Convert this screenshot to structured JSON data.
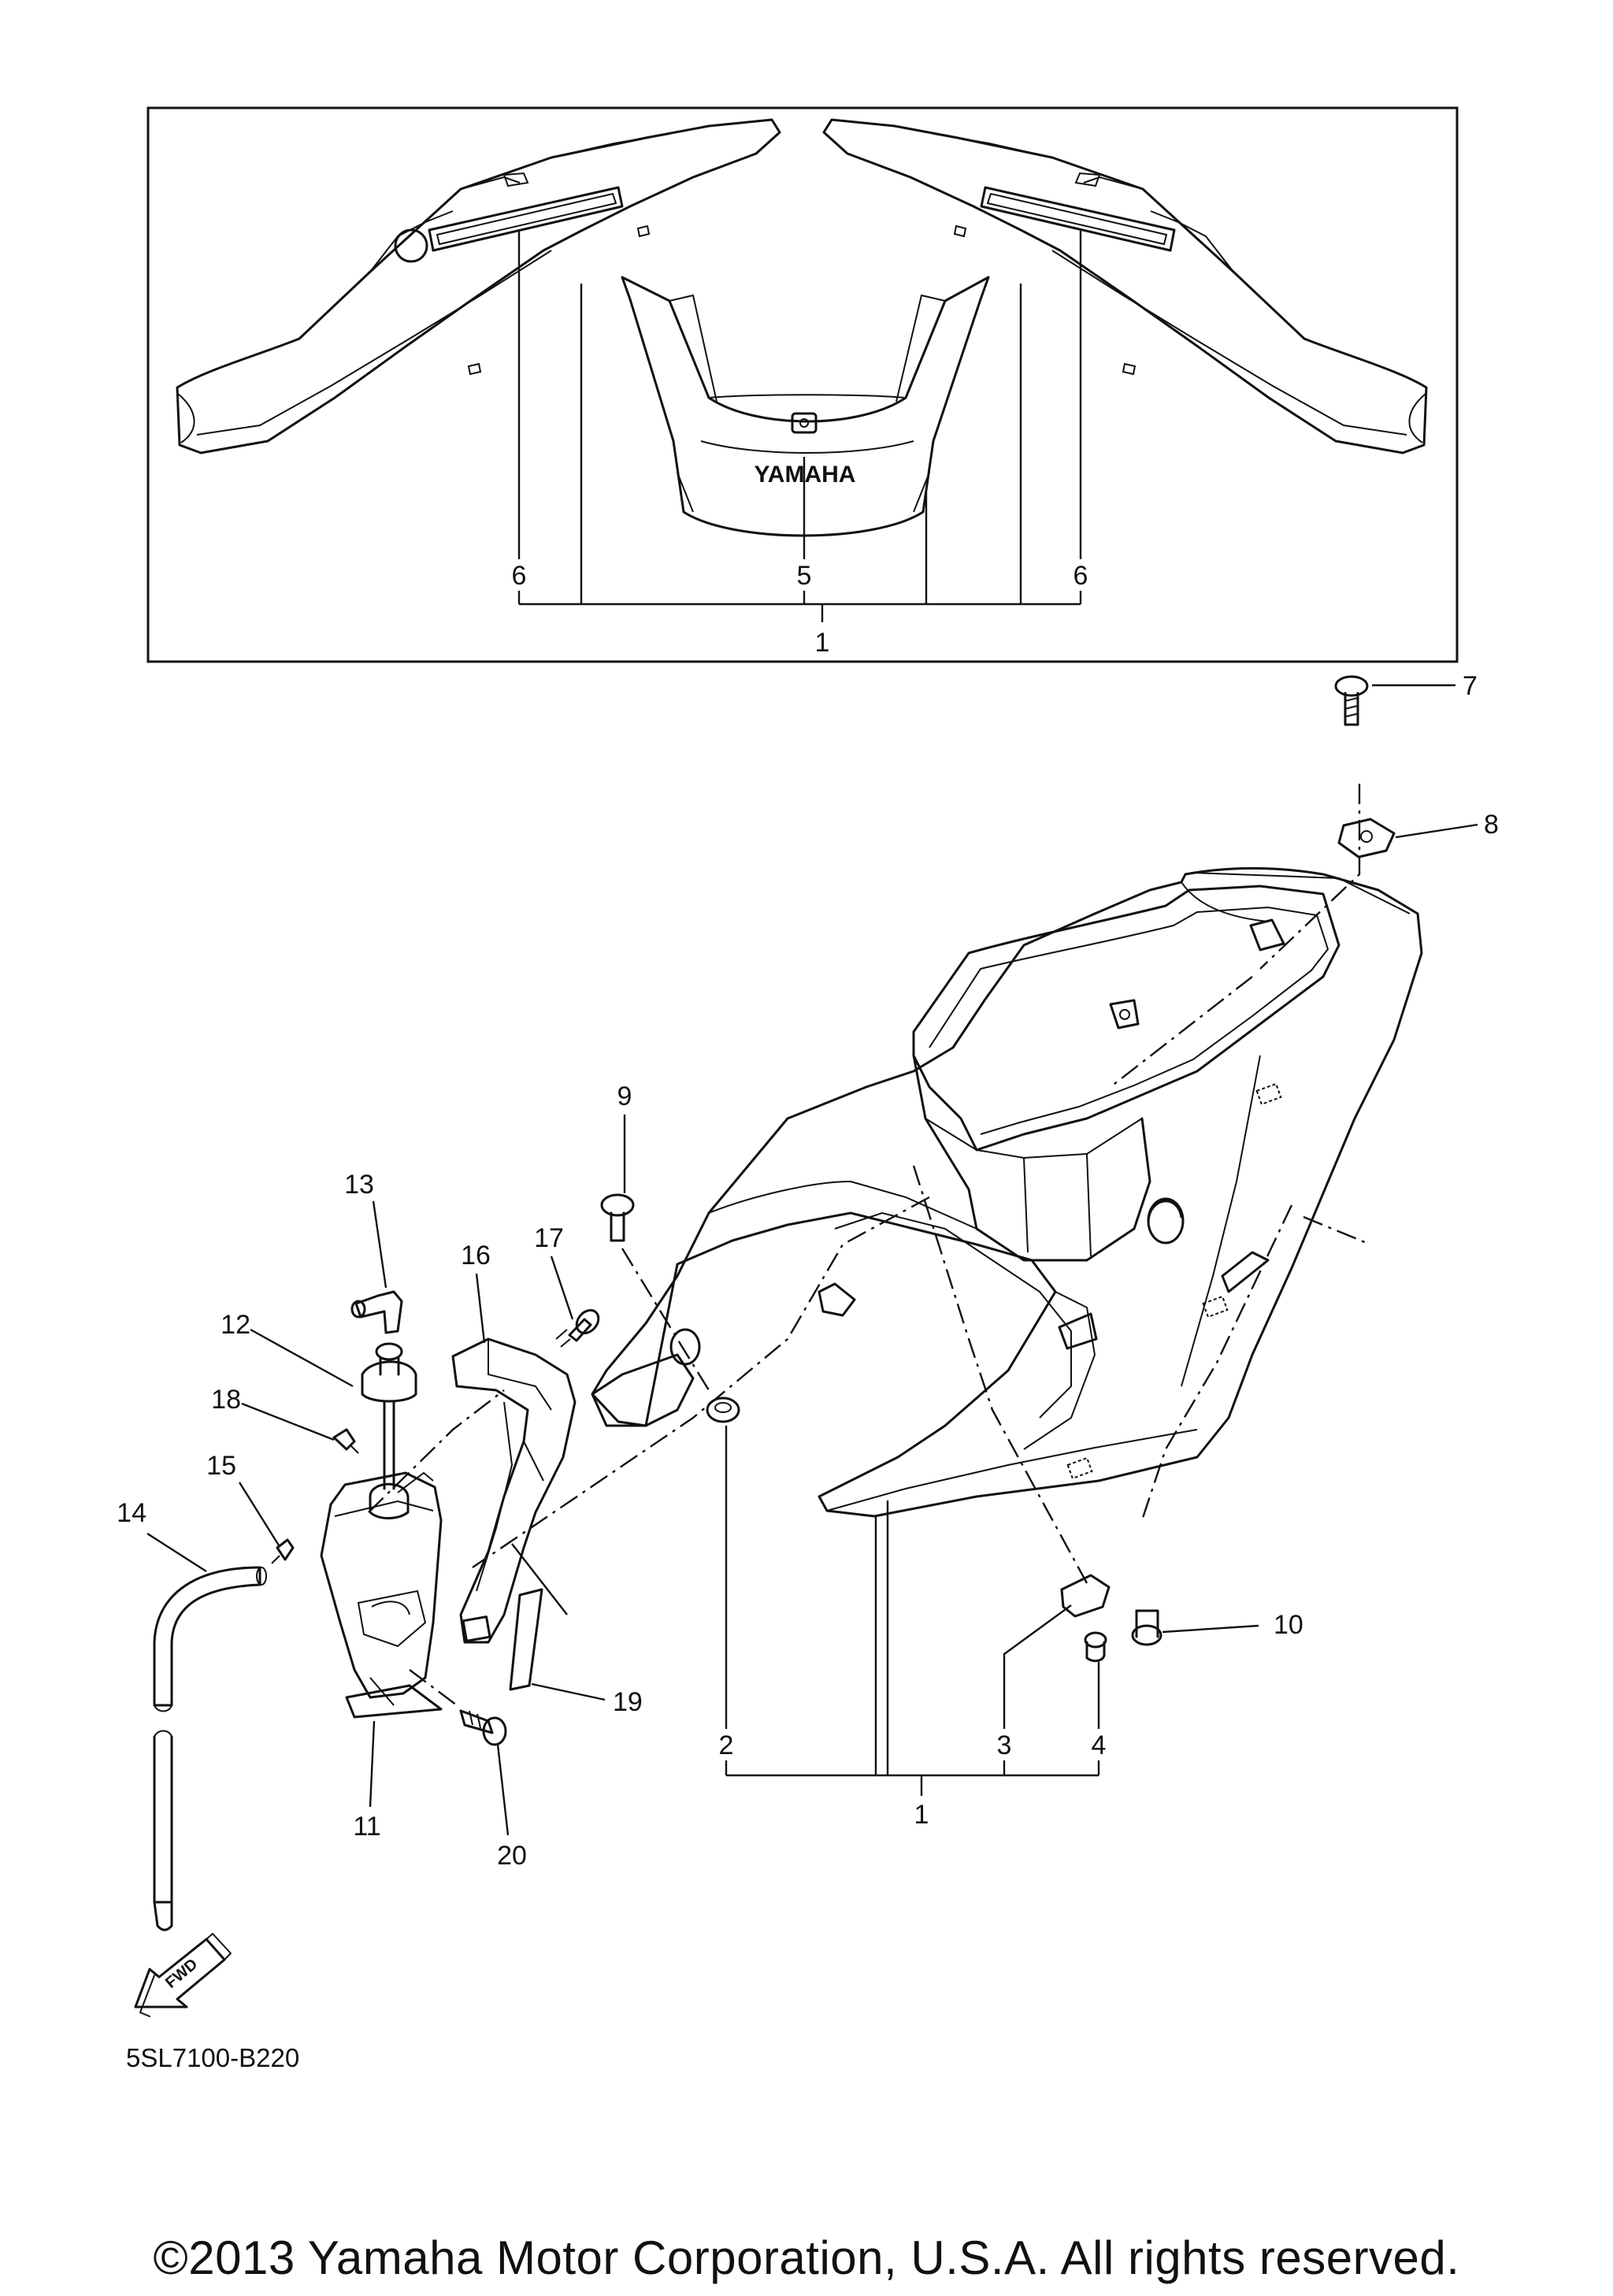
{
  "callouts": {
    "c1_top": "1",
    "c5": "5",
    "c6_left": "6",
    "c6_right": "6",
    "c7": "7",
    "c8": "8",
    "c9": "9",
    "c10": "10",
    "c11": "11",
    "c12": "12",
    "c13": "13",
    "c14": "14",
    "c15": "15",
    "c16": "16",
    "c17": "17",
    "c18": "18",
    "c19": "19",
    "c20": "20",
    "c1_bottom": "1",
    "c2": "2",
    "c3": "3",
    "c4": "4"
  },
  "emblems": {
    "yamaha": "YAMAHA",
    "fwd": "FWD"
  },
  "diagram_code": "5SL7100-B220",
  "copyright": "©2013 Yamaha Motor Corporation, U.S.A. All rights reserved."
}
